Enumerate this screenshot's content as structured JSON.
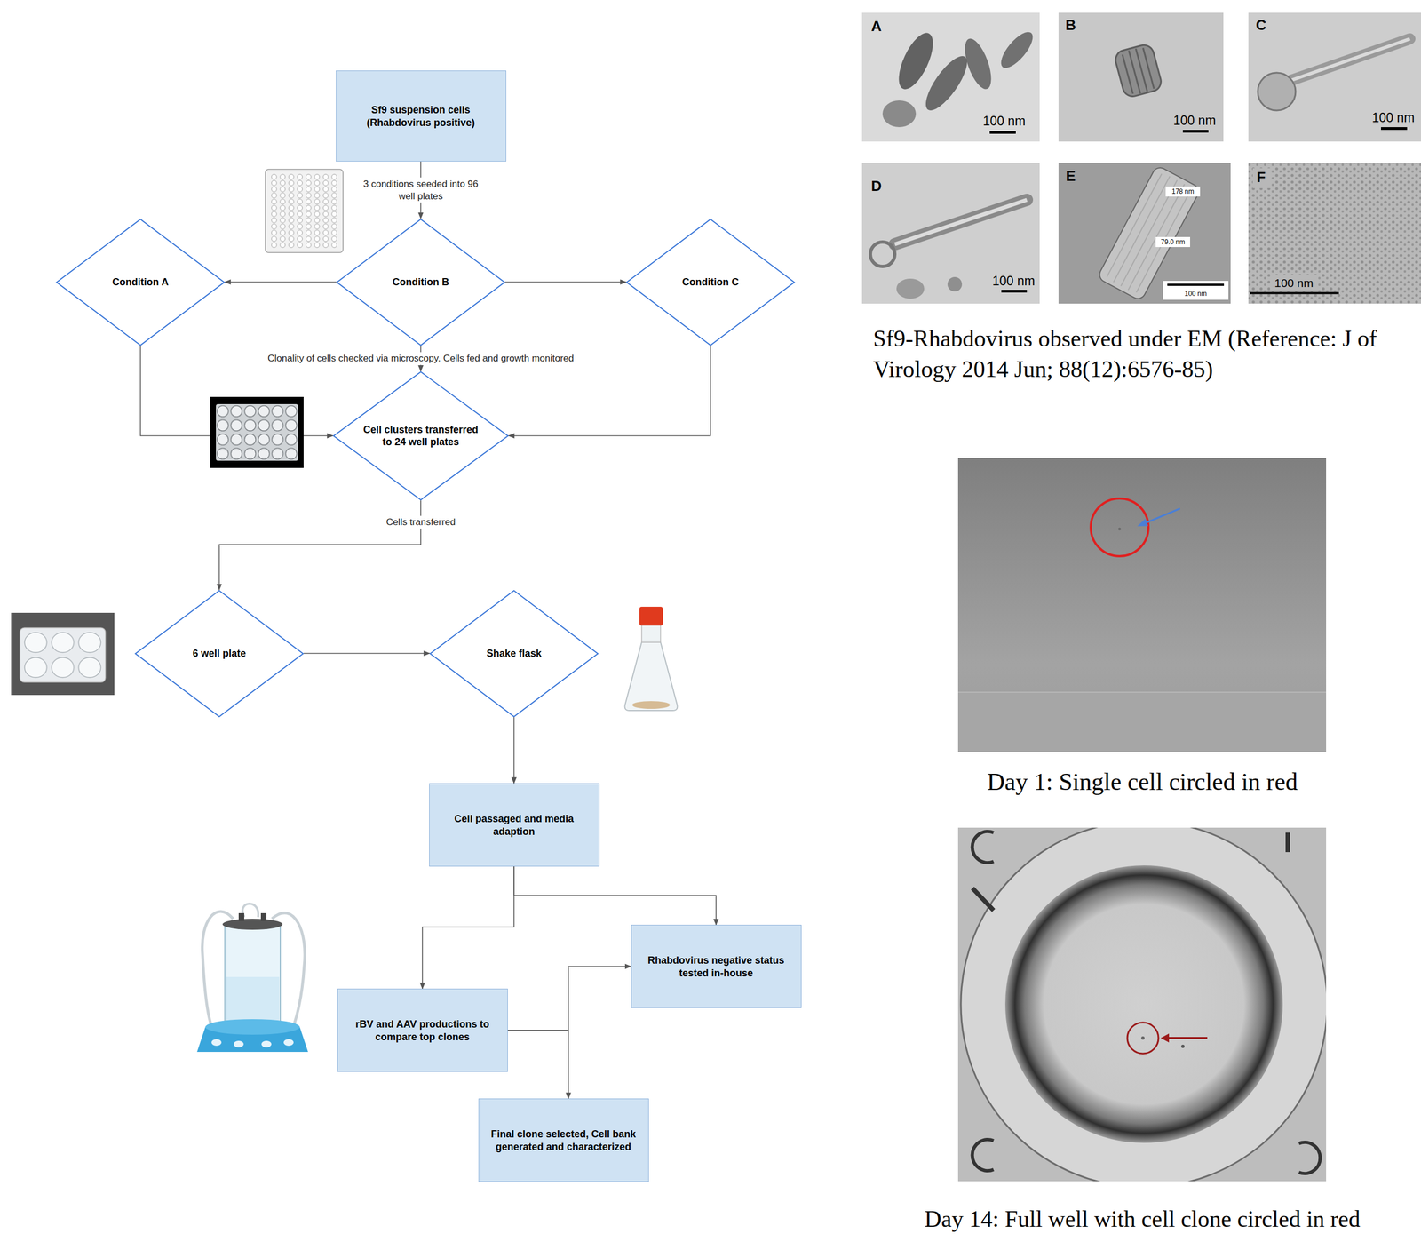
{
  "diagram": {
    "nodes": [
      {
        "text": [
          "Sf9 suspension cells (Rhabdovirus positive)"
        ]
      },
      {
        "text": [
          "Condition A"
        ]
      },
      {
        "text": [
          "Condition B"
        ]
      },
      {
        "text": [
          "Condition C"
        ]
      },
      {
        "text": [
          "Cell clusters transferred to 24 well plates"
        ]
      },
      {
        "text": [
          "6 well plate"
        ]
      },
      {
        "text": [
          "Shake flask"
        ]
      },
      {
        "text": [
          "Cell passaged and media adaption"
        ]
      },
      {
        "text": [
          "Rhabdovirus negative status tested in-house"
        ]
      },
      {
        "text": [
          "rBV and AAV productions to compare top clones"
        ]
      },
      {
        "text": [
          "Final clone selected, Cell bank generated and characterized"
        ]
      }
    ],
    "edges": [
      {
        "from": 0,
        "to": 2,
        "label": "3 conditions seeded into 96 well plates",
        "arrow": "to"
      },
      {
        "from": 2,
        "to": 1,
        "arrow": "to"
      },
      {
        "from": 2,
        "to": 3,
        "arrow": "to"
      },
      {
        "from": 2,
        "to": 4,
        "label": "Clonality of cells checked via microscopy. Cells fed and growth monitored",
        "arrow": "to"
      },
      {
        "from": 1,
        "to": 4,
        "arrow": "to"
      },
      {
        "from": 3,
        "to": 4,
        "arrow": "to"
      },
      {
        "from": 4,
        "to": 5,
        "label": "Cells transferred",
        "arrow": "to"
      },
      {
        "from": 5,
        "to": 6,
        "arrow": "to"
      },
      {
        "from": 6,
        "to": 7,
        "arrow": "to"
      },
      {
        "from": 7,
        "to": 9,
        "arrow": "to"
      },
      {
        "from": 7,
        "to": 8,
        "arrow": "to"
      },
      {
        "from": 9,
        "to": 8,
        "arrow": "to"
      },
      {
        "from": 9,
        "to": 10,
        "arrow": "to"
      }
    ],
    "labels": [
      "A",
      "100 nm",
      "B",
      "100 nm",
      "C",
      "100 nm",
      "D",
      "100 nm",
      "E",
      "178 nm",
      "79.0 nm",
      "100 nm",
      "F",
      "100 nm",
      "Sf9-Rhabdovirus observed under EM (Reference: J of Virology 2014 Jun; 88(12):6576-85)",
      "Day 1: Single cell circled in red",
      "Day 14: Full well with cell clone circled in red"
    ]
  }
}
